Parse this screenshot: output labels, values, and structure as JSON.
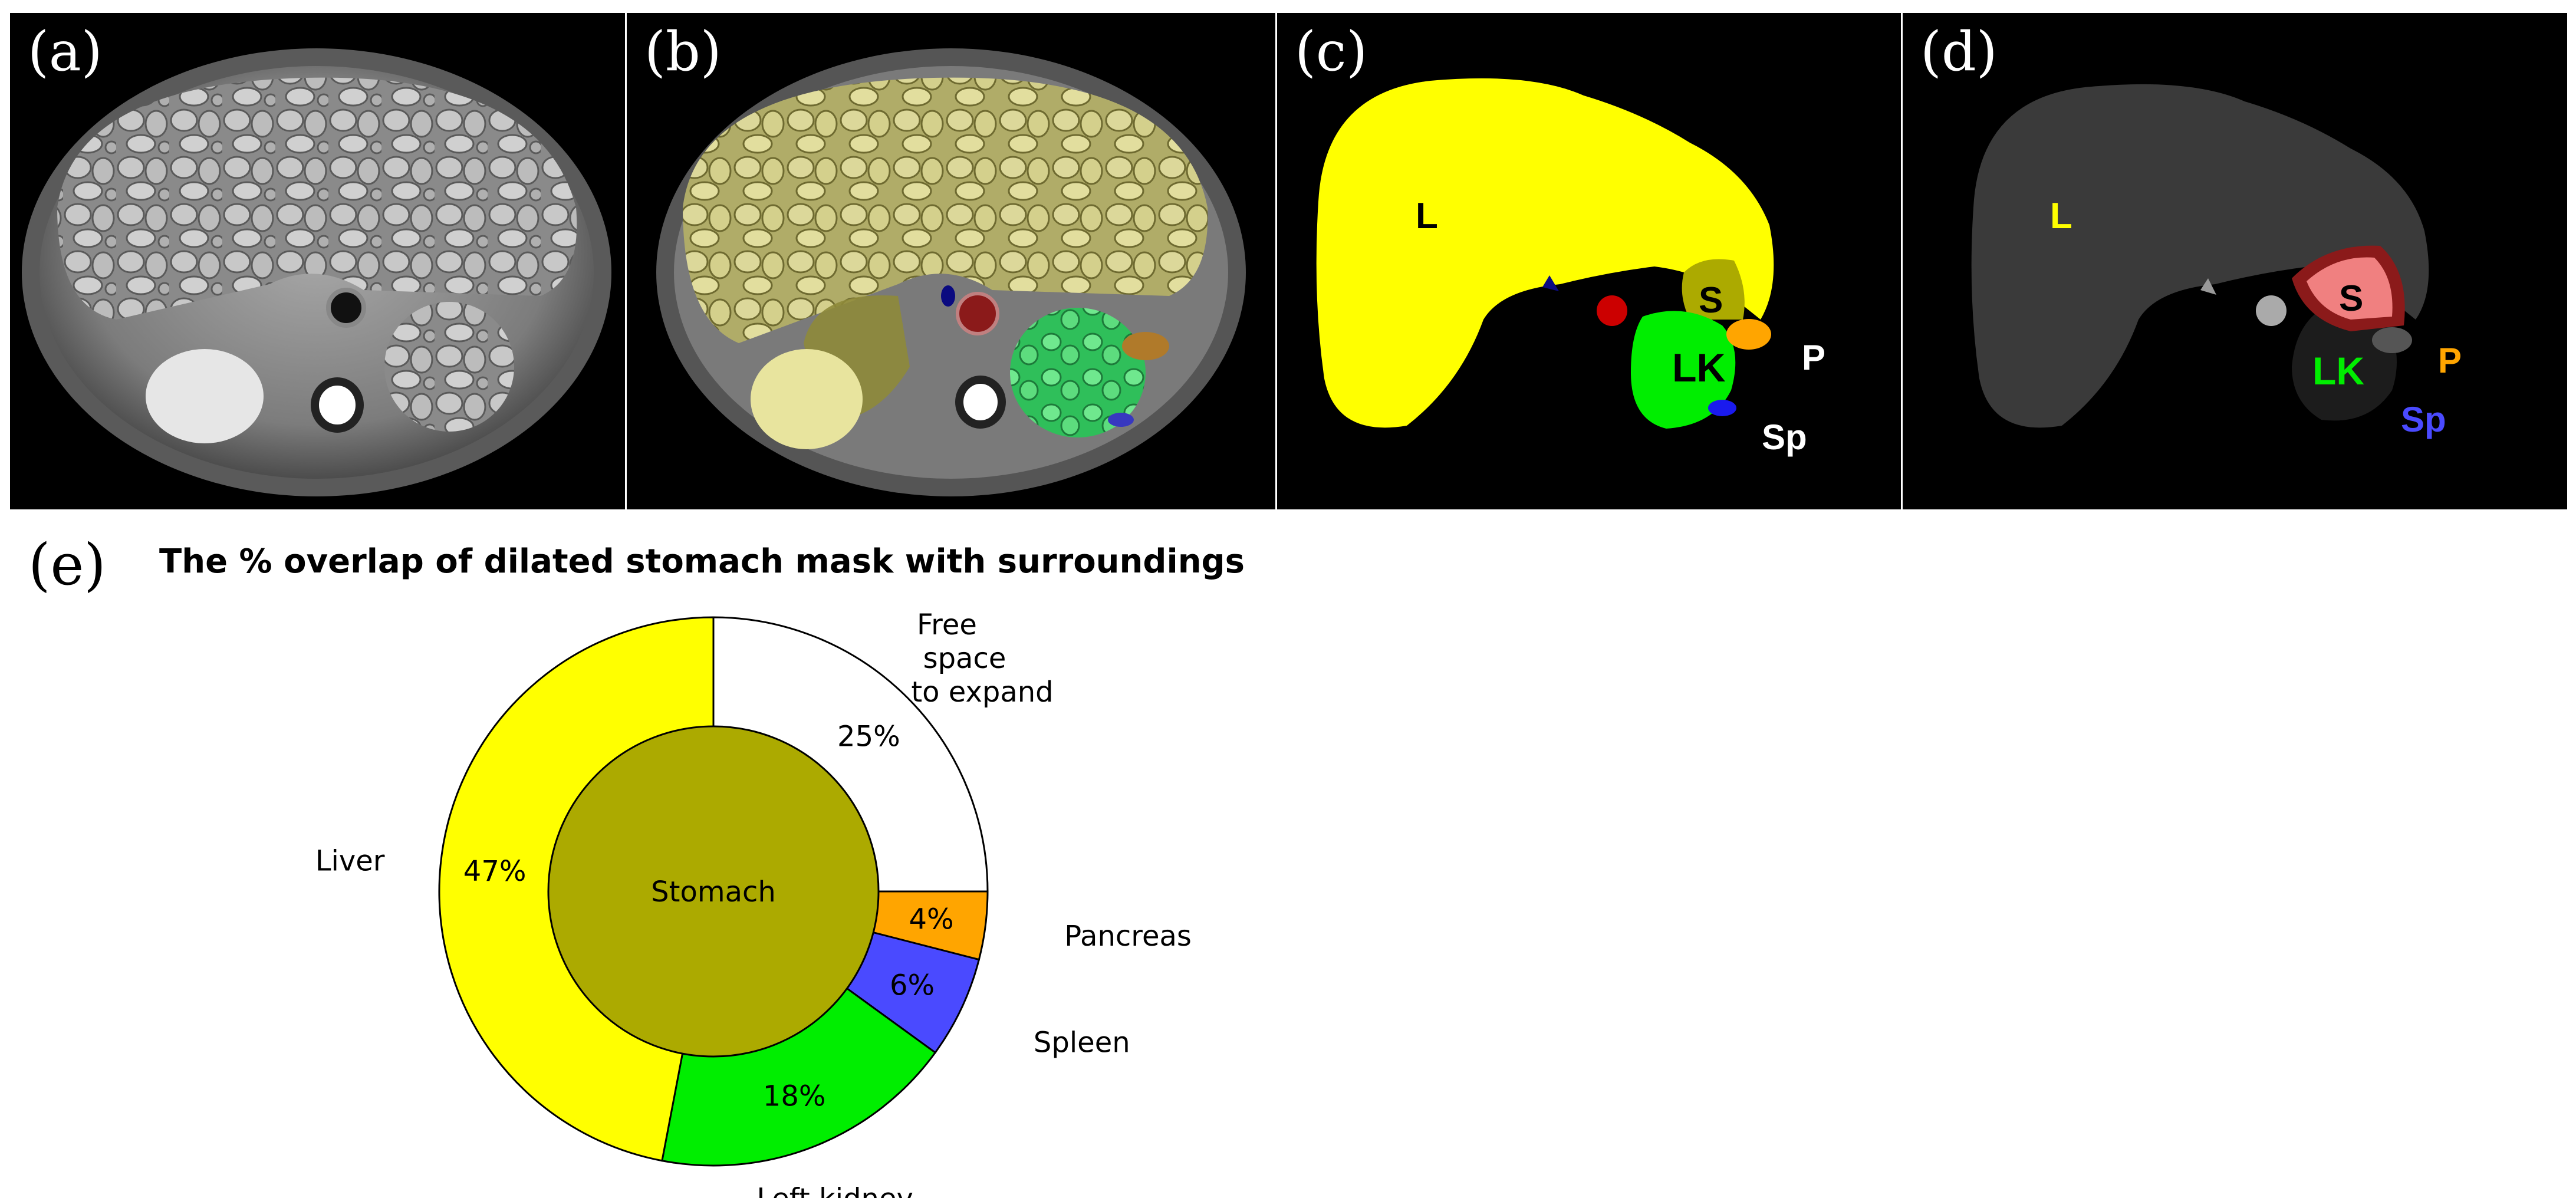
{
  "panels": {
    "a": {
      "label": "(a)"
    },
    "b": {
      "label": "(b)"
    },
    "c": {
      "label": "(c)",
      "organ_labels": {
        "liver": "L",
        "stomach": "S",
        "left_kidney": "LK",
        "pancreas": "P",
        "spleen": "Sp"
      }
    },
    "d": {
      "label": "(d)",
      "organ_labels": {
        "liver": "L",
        "stomach": "S",
        "left_kidney": "LK",
        "pancreas": "P",
        "spleen": "Sp"
      }
    }
  },
  "colors": {
    "liver": "#ffff00",
    "stomach": "#acaa00",
    "left_kidney": "#00ee00",
    "pancreas": "#ffa500",
    "spleen": "#4444ff",
    "free_space": "#ffffff",
    "dark_red": "#cc0000",
    "dark_blue": "#0a0a80"
  },
  "section_e": {
    "label": "(e)",
    "title": "The % overlap of dilated stomach mask with surroundings"
  },
  "chart_data": {
    "type": "pie",
    "title": "The % overlap of dilated stomach mask with surroundings",
    "center_label": "Stomach",
    "slices": [
      {
        "key": "free",
        "label": "Free space to expand",
        "label_lines": [
          "Free",
          "space",
          "to expand"
        ],
        "value": 25,
        "pct_label": "25%",
        "color": "#ffffff"
      },
      {
        "key": "pancreas",
        "label": "Pancreas",
        "label_lines": [
          "Pancreas"
        ],
        "value": 4,
        "pct_label": "4%",
        "color": "#ffa500"
      },
      {
        "key": "spleen",
        "label": "Spleen",
        "label_lines": [
          "Spleen"
        ],
        "value": 6,
        "pct_label": "6%",
        "color": "#4a4aff"
      },
      {
        "key": "kidney",
        "label": "Left kidney",
        "label_lines": [
          "Left kidney"
        ],
        "value": 18,
        "pct_label": "18%",
        "color": "#00ee00"
      },
      {
        "key": "liver",
        "label": "Liver",
        "label_lines": [
          "Liver"
        ],
        "value": 47,
        "pct_label": "47%",
        "color": "#ffff00"
      }
    ]
  }
}
